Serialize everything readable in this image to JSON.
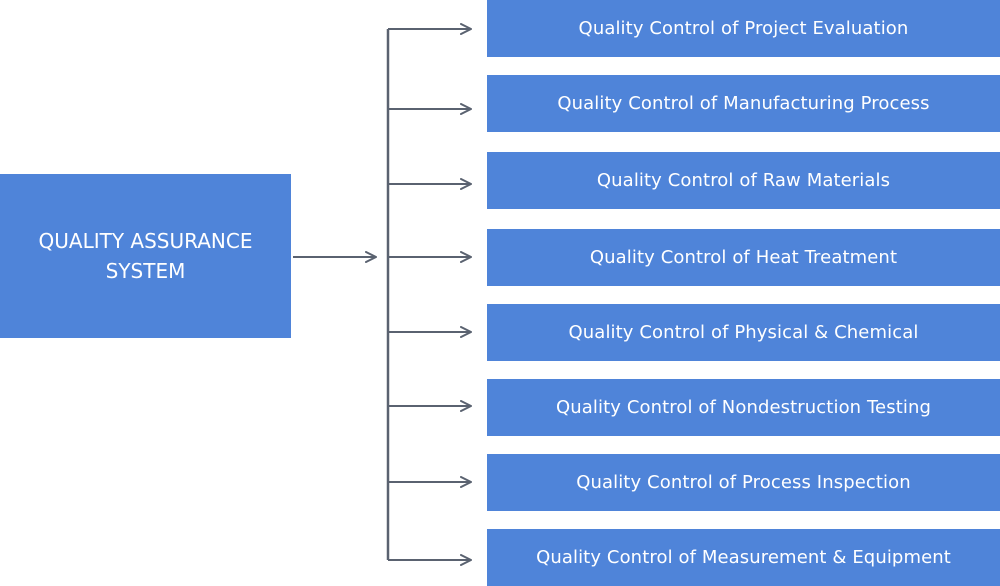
{
  "diagram": {
    "root": {
      "line1": "QUALITY ASSURANCE",
      "line2": "SYSTEM"
    },
    "nodes": [
      {
        "label": "Quality Control of Project Evaluation"
      },
      {
        "label": "Quality Control of Manufacturing Process"
      },
      {
        "label": "Quality Control of Raw Materials"
      },
      {
        "label": "Quality Control of Heat Treatment"
      },
      {
        "label": "Quality Control of Physical & Chemical"
      },
      {
        "label": "Quality Control of Nondestruction Testing"
      },
      {
        "label": "Quality Control of Process Inspection"
      },
      {
        "label": "Quality Control of Measurement & Equipment"
      }
    ],
    "colors": {
      "box": "#4f84d9",
      "text": "#ffffff",
      "connector": "#5a6270"
    }
  }
}
